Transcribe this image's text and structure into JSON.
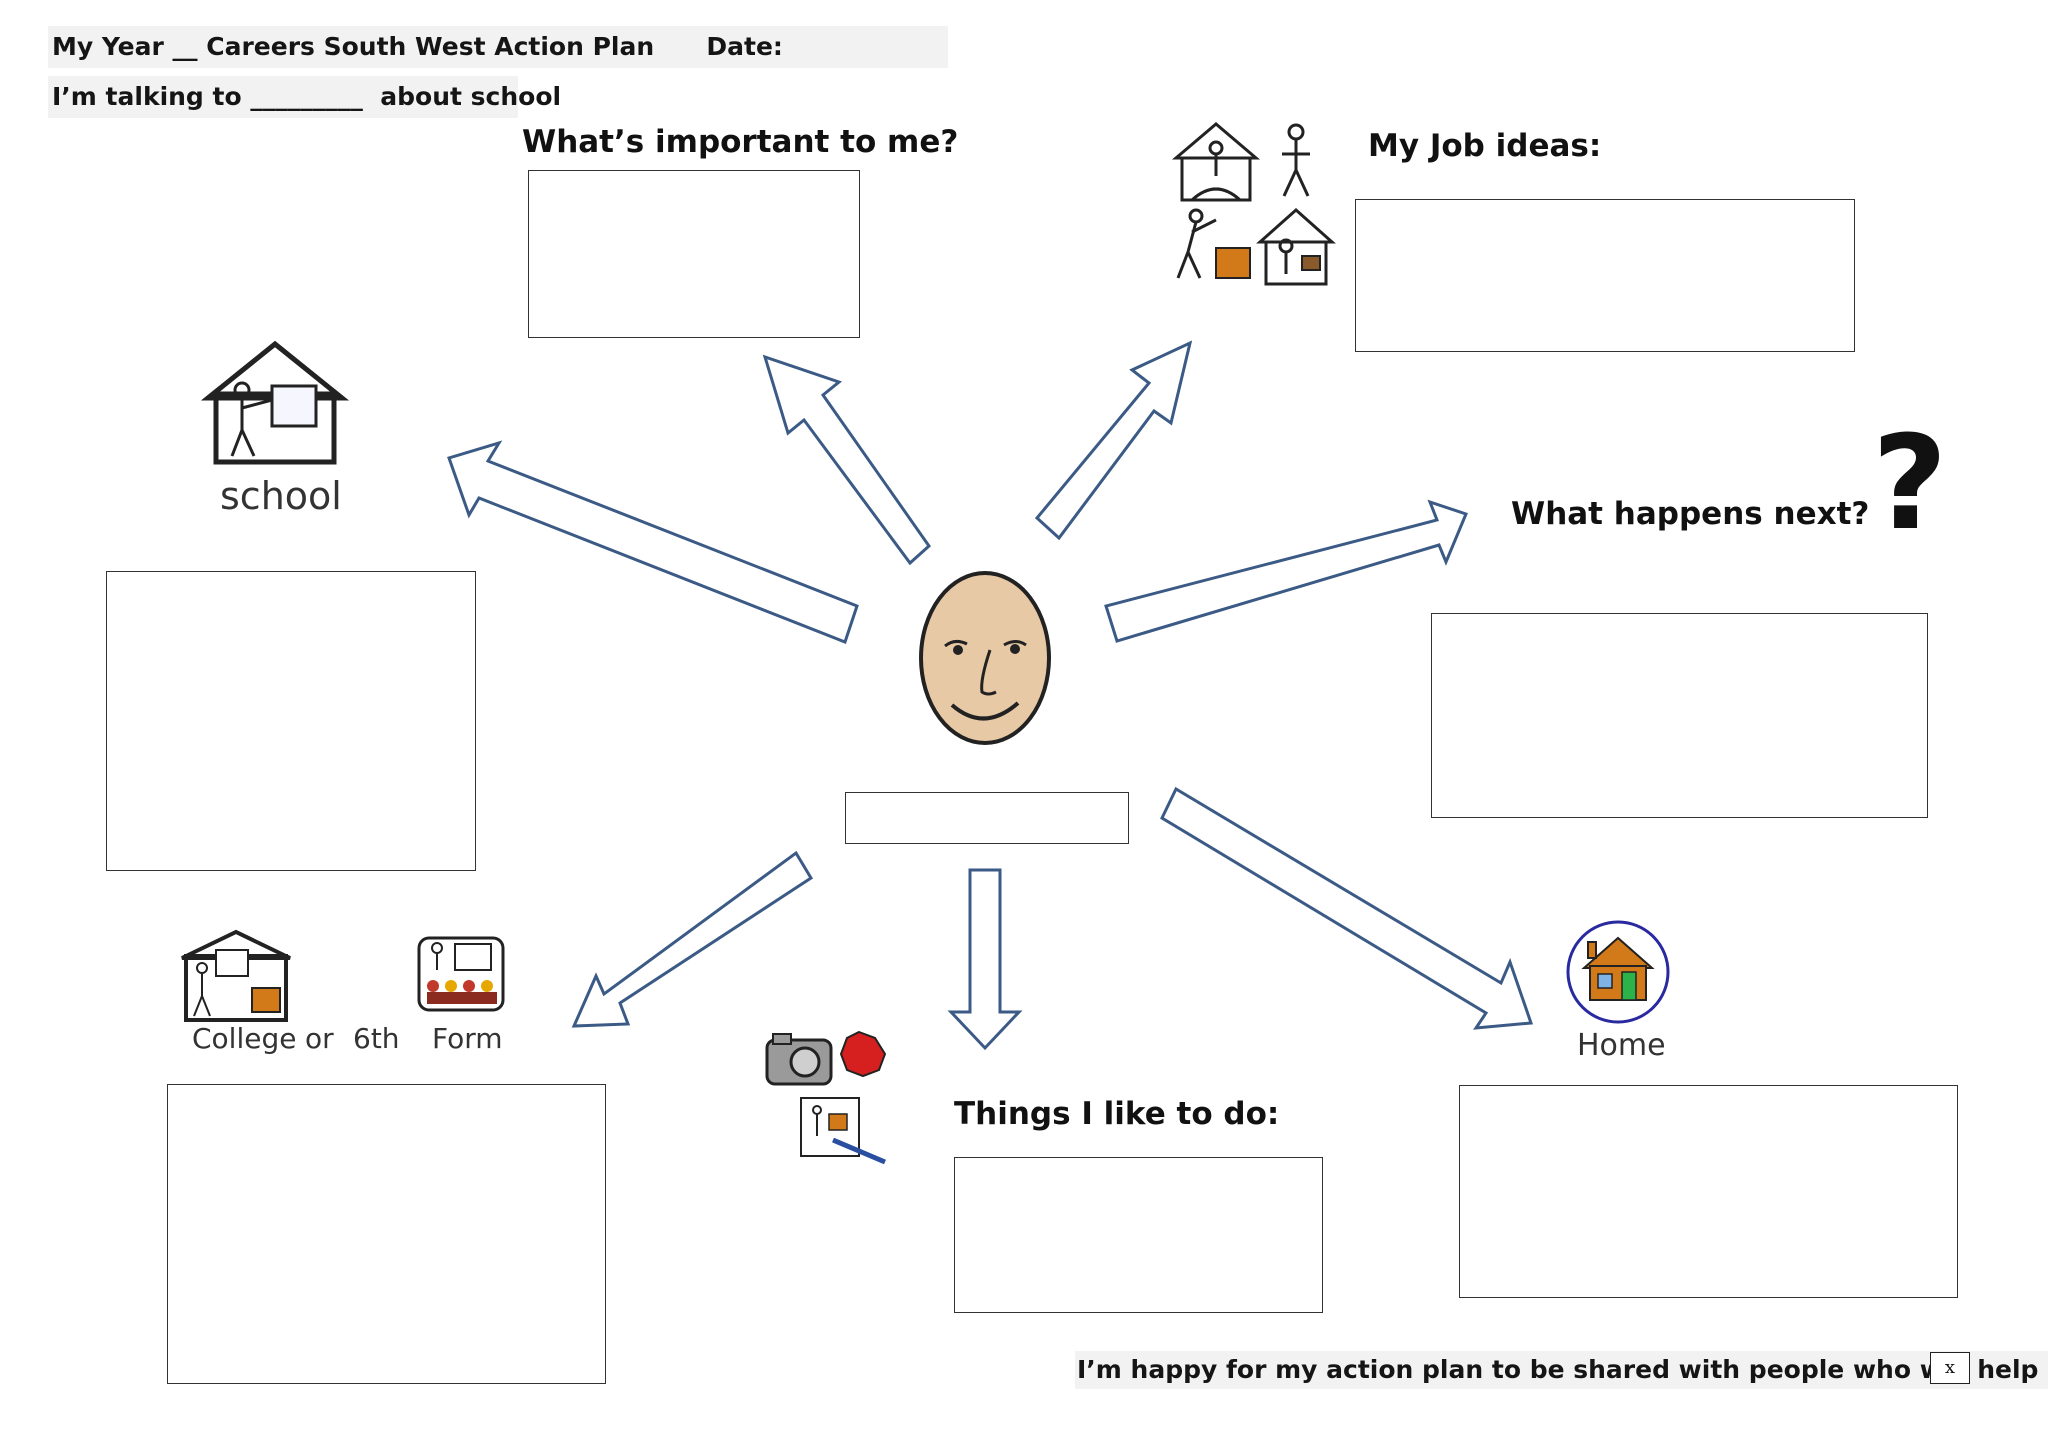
{
  "header": {
    "title_line": "My Year __ Careers South West Action Plan      Date:",
    "talking_line": "I’m talking to _________  about school"
  },
  "sections": {
    "important": "What’s important to me?",
    "job_ideas": "My Job ideas:",
    "school": "school",
    "what_next": "What happens next?",
    "college": "College",
    "or": "or",
    "sixth": "6th",
    "form": "Form",
    "things": "Things I like to do:",
    "home": "Home"
  },
  "question_mark": "?",
  "footer": {
    "consent": "I’m happy for my action plan to be shared with people who will help me",
    "checkbox_mark": "x"
  },
  "colors": {
    "arrow": "#3b5a85",
    "face": "#e8c9a6",
    "header_bg": "#f2f2f2"
  },
  "icons": [
    "school-house-icon",
    "job-ideas-icon",
    "person-face-icon",
    "question-mark-icon",
    "college-icon",
    "sixth-form-icon",
    "hobbies-icon",
    "home-icon"
  ]
}
